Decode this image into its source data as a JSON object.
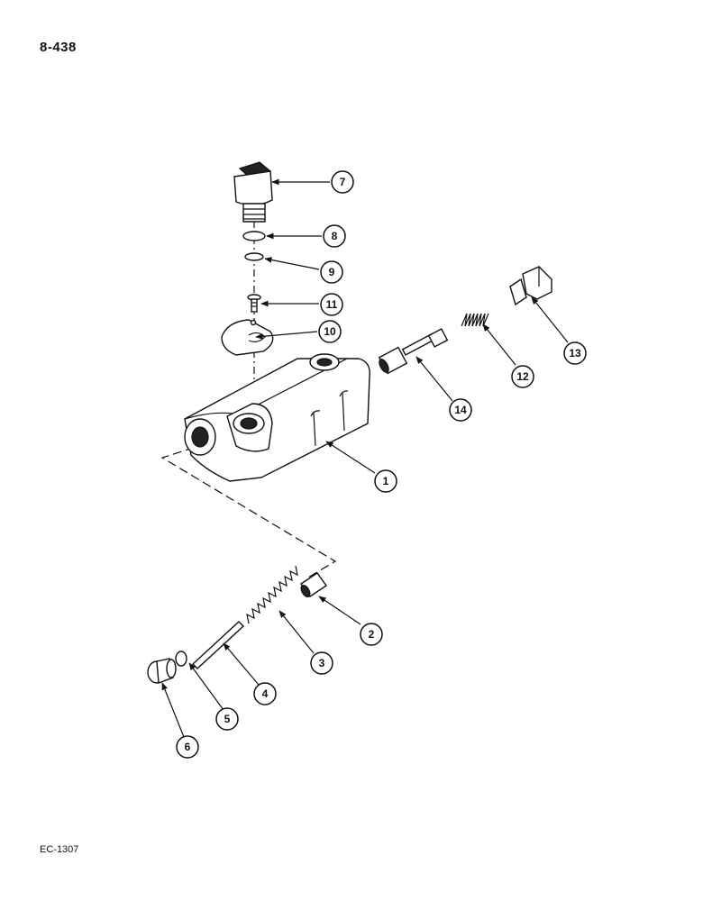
{
  "page": {
    "number": "8-438",
    "reference": "EC-1307"
  },
  "callouts": [
    {
      "id": "c1",
      "label": "1"
    },
    {
      "id": "c2",
      "label": "2"
    },
    {
      "id": "c3",
      "label": "3"
    },
    {
      "id": "c4",
      "label": "4"
    },
    {
      "id": "c5",
      "label": "5"
    },
    {
      "id": "c6",
      "label": "6"
    },
    {
      "id": "c7",
      "label": "7"
    },
    {
      "id": "c8",
      "label": "8"
    },
    {
      "id": "c9",
      "label": "9"
    },
    {
      "id": "c10",
      "label": "10"
    },
    {
      "id": "c11",
      "label": "11"
    },
    {
      "id": "c12",
      "label": "12"
    },
    {
      "id": "c13",
      "label": "13"
    },
    {
      "id": "c14",
      "label": "14"
    }
  ]
}
